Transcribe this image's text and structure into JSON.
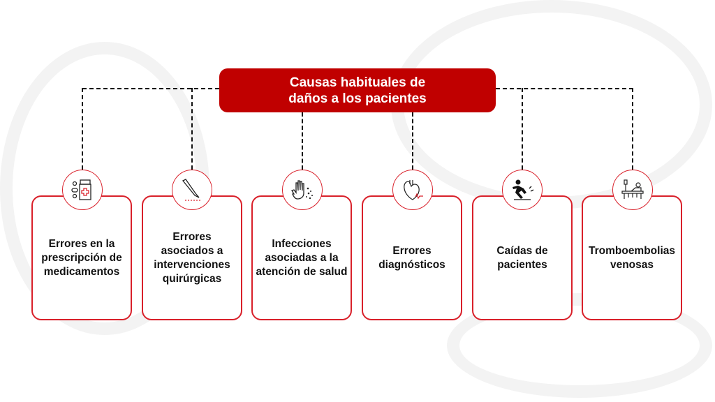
{
  "title": {
    "line1": "Causas habituales de",
    "line2": "daños a los pacientes"
  },
  "colors": {
    "accent": "#c00000",
    "border": "#d9202a"
  },
  "items": [
    {
      "icon": "medicine-bottle-icon",
      "label": "Errores en la prescripción de medicamentos"
    },
    {
      "icon": "scalpel-icon",
      "label": "Errores asociados a intervenciones quirúrgicas"
    },
    {
      "icon": "hand-germs-icon",
      "label": "Infecciones asociadas a la atención de salud"
    },
    {
      "icon": "heart-icon",
      "label": "Errores diagnósticos"
    },
    {
      "icon": "falling-person-icon",
      "label": "Caídas de pacientes"
    },
    {
      "icon": "hospital-bed-icon",
      "label": "Tromboembolias venosas"
    }
  ]
}
